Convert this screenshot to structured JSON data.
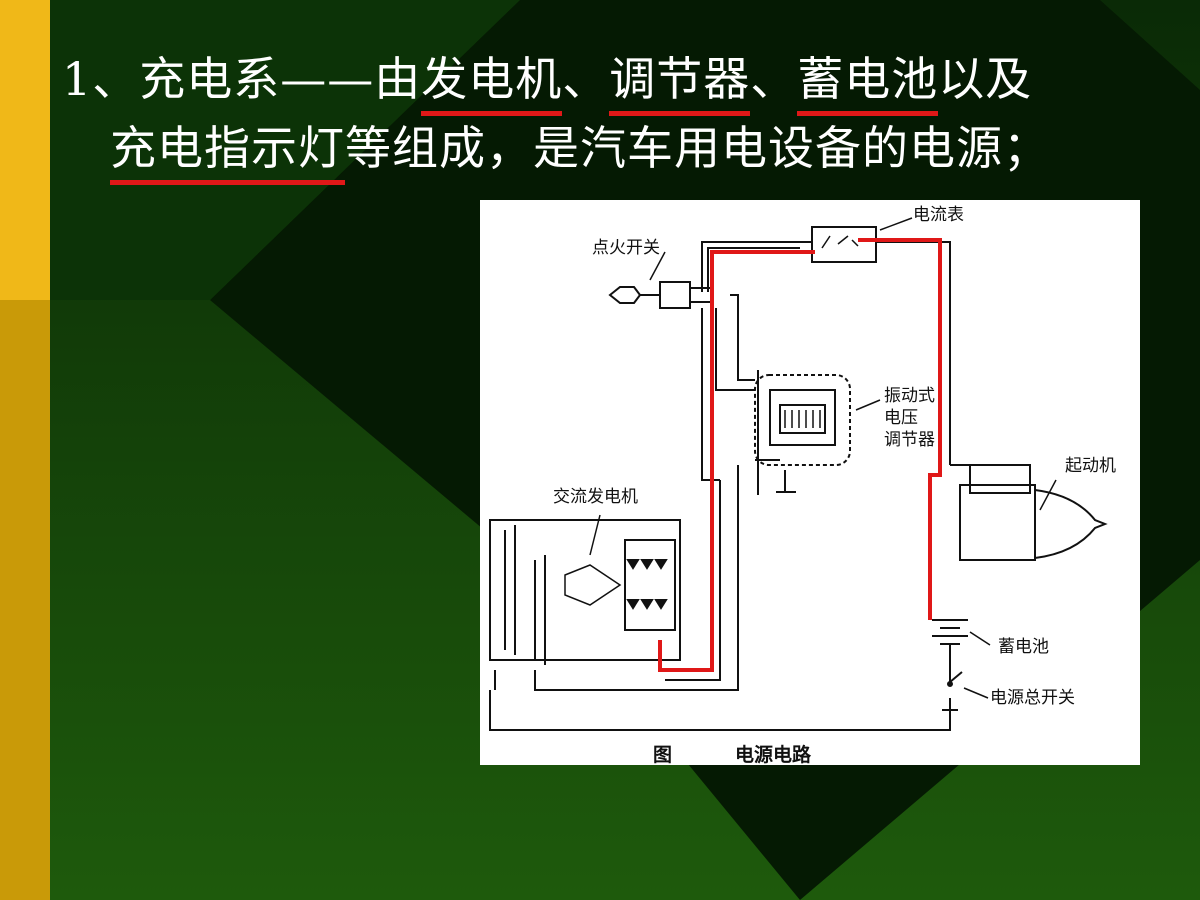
{
  "slide": {
    "title_line1": {
      "prefix": "1、充电系——由",
      "u1": "发电机",
      "sep1": "、",
      "u2": "调节器",
      "sep2": "、",
      "u3": "蓄电池",
      "suffix": "以及"
    },
    "title_line2": {
      "u4": "充电指示灯",
      "suffix": "等组成，是汽车用电设备的电源；"
    }
  },
  "diagram": {
    "labels": {
      "ammeter": "电流表",
      "ignition_switch": "点火开关",
      "regulator_line1": "振动式",
      "regulator_line2": "电压",
      "regulator_line3": "调节器",
      "starter": "起动机",
      "alternator": "交流发电机",
      "battery": "蓄电池",
      "master_switch": "电源总开关"
    },
    "caption_prefix": "图",
    "caption_title": "电源电路"
  },
  "colors": {
    "background": "#0d3a08",
    "accent_bar": "#f0b818",
    "underline": "#e01818",
    "circuit_highlight": "#e01818"
  }
}
